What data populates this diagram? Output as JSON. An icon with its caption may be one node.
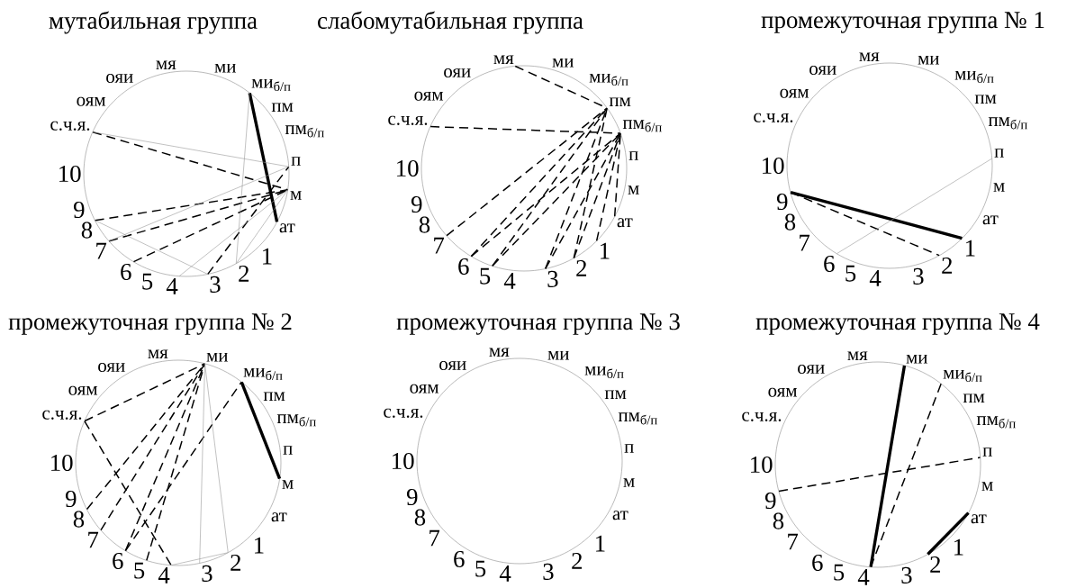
{
  "diagram": {
    "nodes": [
      {
        "text": [
          "ояи"
        ]
      },
      {
        "text": [
          "мя"
        ]
      },
      {
        "text": [
          "ми"
        ]
      },
      {
        "text": [
          "ми$_{б/п}$"
        ]
      },
      {
        "text": [
          "пм"
        ]
      },
      {
        "text": [
          "пм$_{б/п}$"
        ]
      },
      {
        "text": [
          "п"
        ]
      },
      {
        "text": [
          "м"
        ]
      },
      {
        "text": [
          "ат"
        ]
      },
      {
        "text": [
          "1"
        ]
      },
      {
        "text": [
          "2"
        ]
      },
      {
        "text": [
          "3"
        ]
      },
      {
        "text": [
          "4"
        ]
      },
      {
        "text": [
          "5"
        ]
      },
      {
        "text": [
          "6"
        ]
      },
      {
        "text": [
          "7"
        ]
      },
      {
        "text": [
          "8"
        ]
      },
      {
        "text": [
          "9"
        ]
      },
      {
        "text": [
          "10"
        ]
      },
      {
        "text": [
          "с.ч.я."
        ]
      },
      {
        "text": [
          "оям"
        ]
      },
      {
        "text": [
          "ояи"
        ]
      },
      {
        "text": [
          "мя"
        ]
      },
      {
        "text": [
          "ми"
        ]
      },
      {
        "text": [
          "ми$_{б/п}$"
        ]
      },
      {
        "text": [
          "пм"
        ]
      },
      {
        "text": [
          "пм$_{б/п}$"
        ]
      },
      {
        "text": [
          "п"
        ]
      },
      {
        "text": [
          "м"
        ]
      },
      {
        "text": [
          "ат"
        ]
      },
      {
        "text": [
          "1"
        ]
      },
      {
        "text": [
          "2"
        ]
      },
      {
        "text": [
          "3"
        ]
      },
      {
        "text": [
          "4"
        ]
      },
      {
        "text": [
          "5"
        ]
      },
      {
        "text": [
          "6"
        ]
      },
      {
        "text": [
          "7"
        ]
      },
      {
        "text": [
          "8"
        ]
      },
      {
        "text": [
          "9"
        ]
      },
      {
        "text": [
          "10"
        ]
      },
      {
        "text": [
          "с.ч.я."
        ]
      },
      {
        "text": [
          "оям"
        ]
      },
      {
        "text": [
          "ояи"
        ]
      },
      {
        "text": [
          "мя"
        ]
      },
      {
        "text": [
          "ми"
        ]
      },
      {
        "text": [
          "ми$_{б/п}$"
        ]
      },
      {
        "text": [
          "пм"
        ]
      },
      {
        "text": [
          "пм$_{б/п}$"
        ]
      },
      {
        "text": [
          "п"
        ]
      },
      {
        "text": [
          "м"
        ]
      },
      {
        "text": [
          "ат"
        ]
      },
      {
        "text": [
          "1"
        ]
      },
      {
        "text": [
          "2"
        ]
      },
      {
        "text": [
          "3"
        ]
      },
      {
        "text": [
          "4"
        ]
      },
      {
        "text": [
          "5"
        ]
      },
      {
        "text": [
          "6"
        ]
      },
      {
        "text": [
          "7"
        ]
      },
      {
        "text": [
          "8"
        ]
      },
      {
        "text": [
          "9"
        ]
      },
      {
        "text": [
          "10"
        ]
      },
      {
        "text": [
          "с.ч.я."
        ]
      },
      {
        "text": [
          "оям"
        ]
      },
      {
        "text": [
          "ояи"
        ]
      },
      {
        "text": [
          "мя"
        ]
      },
      {
        "text": [
          "ми"
        ]
      },
      {
        "text": [
          "ми$_{б/п}$"
        ]
      },
      {
        "text": [
          "пм"
        ]
      },
      {
        "text": [
          "пм$_{б/п}$"
        ]
      },
      {
        "text": [
          "п"
        ]
      },
      {
        "text": [
          "м"
        ]
      },
      {
        "text": [
          "ат"
        ]
      },
      {
        "text": [
          "1"
        ]
      },
      {
        "text": [
          "2"
        ]
      },
      {
        "text": [
          "3"
        ]
      },
      {
        "text": [
          "4"
        ]
      },
      {
        "text": [
          "5"
        ]
      },
      {
        "text": [
          "6"
        ]
      },
      {
        "text": [
          "7"
        ]
      },
      {
        "text": [
          "8"
        ]
      },
      {
        "text": [
          "9"
        ]
      },
      {
        "text": [
          "10"
        ]
      },
      {
        "text": [
          "с.ч.я."
        ]
      },
      {
        "text": [
          "оям"
        ]
      },
      {
        "text": [
          "ояи"
        ]
      },
      {
        "text": [
          "мя"
        ]
      },
      {
        "text": [
          "ми"
        ]
      },
      {
        "text": [
          "ми$_{б/п}$"
        ]
      },
      {
        "text": [
          "пм"
        ]
      },
      {
        "text": [
          "пм$_{б/п}$"
        ]
      },
      {
        "text": [
          "п"
        ]
      },
      {
        "text": [
          "м"
        ]
      },
      {
        "text": [
          "ат"
        ]
      },
      {
        "text": [
          "1"
        ]
      },
      {
        "text": [
          "2"
        ]
      },
      {
        "text": [
          "3"
        ]
      },
      {
        "text": [
          "4"
        ]
      },
      {
        "text": [
          "5"
        ]
      },
      {
        "text": [
          "6"
        ]
      },
      {
        "text": [
          "7"
        ]
      },
      {
        "text": [
          "8"
        ]
      },
      {
        "text": [
          "9"
        ]
      },
      {
        "text": [
          "10"
        ]
      },
      {
        "text": [
          "с.ч.я."
        ]
      },
      {
        "text": [
          "оям"
        ]
      },
      {
        "text": [
          "ояи"
        ]
      },
      {
        "text": [
          "мя"
        ]
      },
      {
        "text": [
          "ми"
        ]
      },
      {
        "text": [
          "ми$_{б/п}$"
        ]
      },
      {
        "text": [
          "пм"
        ]
      },
      {
        "text": [
          "пм$_{б/п}$"
        ]
      },
      {
        "text": [
          "п"
        ]
      },
      {
        "text": [
          "м"
        ]
      },
      {
        "text": [
          "ат"
        ]
      },
      {
        "text": [
          "1"
        ]
      },
      {
        "text": [
          "2"
        ]
      },
      {
        "text": [
          "3"
        ]
      },
      {
        "text": [
          "4"
        ]
      },
      {
        "text": [
          "5"
        ]
      },
      {
        "text": [
          "6"
        ]
      },
      {
        "text": [
          "7"
        ]
      },
      {
        "text": [
          "8"
        ]
      },
      {
        "text": [
          "9"
        ]
      },
      {
        "text": [
          "10"
        ]
      },
      {
        "text": [
          "с.ч.я."
        ]
      },
      {
        "text": [
          "оям"
        ]
      }
    ],
    "edges": [
      {
        "from": 3,
        "to": 8,
        "arrow": "none",
        "style": "thick"
      },
      {
        "from": 19,
        "to": 7,
        "arrow": "none",
        "style": "dashed"
      },
      {
        "from": 16,
        "to": 7,
        "arrow": "none",
        "style": "dashed"
      },
      {
        "from": 15,
        "to": 7,
        "arrow": "none",
        "style": "dashed"
      },
      {
        "from": 14,
        "to": 7,
        "arrow": "none",
        "style": "dashed"
      },
      {
        "from": 11,
        "to": 6,
        "arrow": "none",
        "style": "dashed"
      },
      {
        "from": 19,
        "to": 6,
        "arrow": "none",
        "color": "#999999"
      },
      {
        "from": 15,
        "to": 6,
        "arrow": "none",
        "color": "#999999"
      },
      {
        "from": 16,
        "to": 11,
        "arrow": "none",
        "color": "#999999"
      },
      {
        "from": 3,
        "to": 10,
        "arrow": "none",
        "color": "#999999"
      },
      {
        "from": 12,
        "to": 7,
        "arrow": "none",
        "color": "#999999"
      },
      {
        "from": 10,
        "to": 7,
        "arrow": "none",
        "color": "#999999"
      },
      {
        "from": 22,
        "to": 25,
        "arrow": "none",
        "style": "dashed"
      },
      {
        "from": 40,
        "to": 26,
        "arrow": "none",
        "style": "dashed"
      },
      {
        "from": 36,
        "to": 25,
        "arrow": "none",
        "style": "dashed"
      },
      {
        "from": 35,
        "to": 25,
        "arrow": "none",
        "style": "dashed"
      },
      {
        "from": 35,
        "to": 26,
        "arrow": "none",
        "style": "dashed"
      },
      {
        "from": 34,
        "to": 25,
        "arrow": "none",
        "style": "dashed"
      },
      {
        "from": 34,
        "to": 26,
        "arrow": "none",
        "style": "dashed"
      },
      {
        "from": 32,
        "to": 25,
        "arrow": "none",
        "style": "dashed"
      },
      {
        "from": 32,
        "to": 26,
        "arrow": "none",
        "style": "dashed"
      },
      {
        "from": 31,
        "to": 25,
        "arrow": "none",
        "style": "dashed"
      },
      {
        "from": 31,
        "to": 26,
        "arrow": "none",
        "style": "dashed"
      },
      {
        "from": 30,
        "to": 26,
        "arrow": "none",
        "style": "dashed"
      },
      {
        "from": 29,
        "to": 26,
        "arrow": "none",
        "style": "dashed"
      },
      {
        "from": 59,
        "to": 51,
        "arrow": "none",
        "style": "thick"
      },
      {
        "from": 59,
        "to": 52,
        "arrow": "none",
        "style": "dashed"
      },
      {
        "from": 56,
        "to": 48,
        "arrow": "none",
        "color": "#999999"
      },
      {
        "from": 82,
        "to": 65,
        "arrow": "none",
        "style": "dashed"
      },
      {
        "from": 79,
        "to": 65,
        "arrow": "none",
        "style": "dashed"
      },
      {
        "from": 78,
        "to": 65,
        "arrow": "none",
        "style": "dashed"
      },
      {
        "from": 77,
        "to": 65,
        "arrow": "none",
        "style": "dashed"
      },
      {
        "from": 76,
        "to": 65,
        "arrow": "none",
        "style": "dashed"
      },
      {
        "from": 77,
        "to": 66,
        "arrow": "none",
        "style": "dashed"
      },
      {
        "from": 66,
        "to": 70,
        "arrow": "none",
        "style": "thick"
      },
      {
        "from": 82,
        "to": 75,
        "arrow": "none",
        "style": "dashed"
      },
      {
        "from": 65,
        "to": 74,
        "arrow": "none",
        "color": "#999999"
      },
      {
        "from": 65,
        "to": 73,
        "arrow": "none",
        "color": "#999999"
      },
      {
        "from": 75,
        "to": 73,
        "arrow": "none",
        "color": "#999999"
      },
      {
        "from": 107,
        "to": 117,
        "arrow": "none",
        "style": "thick"
      },
      {
        "from": 108,
        "to": 117,
        "arrow": "none",
        "style": "dashed"
      },
      {
        "from": 122,
        "to": 111,
        "arrow": "none",
        "style": "dashed"
      },
      {
        "from": 113,
        "to": 115,
        "arrow": "none",
        "style": "thick"
      }
    ],
    "labels": [
      "мутабильная группа",
      "слабомутабильная группа",
      "промежуточная группа № 1",
      "промежуточная группа № 2",
      "промежуточная группа № 3",
      "промежуточная группа № 4"
    ]
  }
}
